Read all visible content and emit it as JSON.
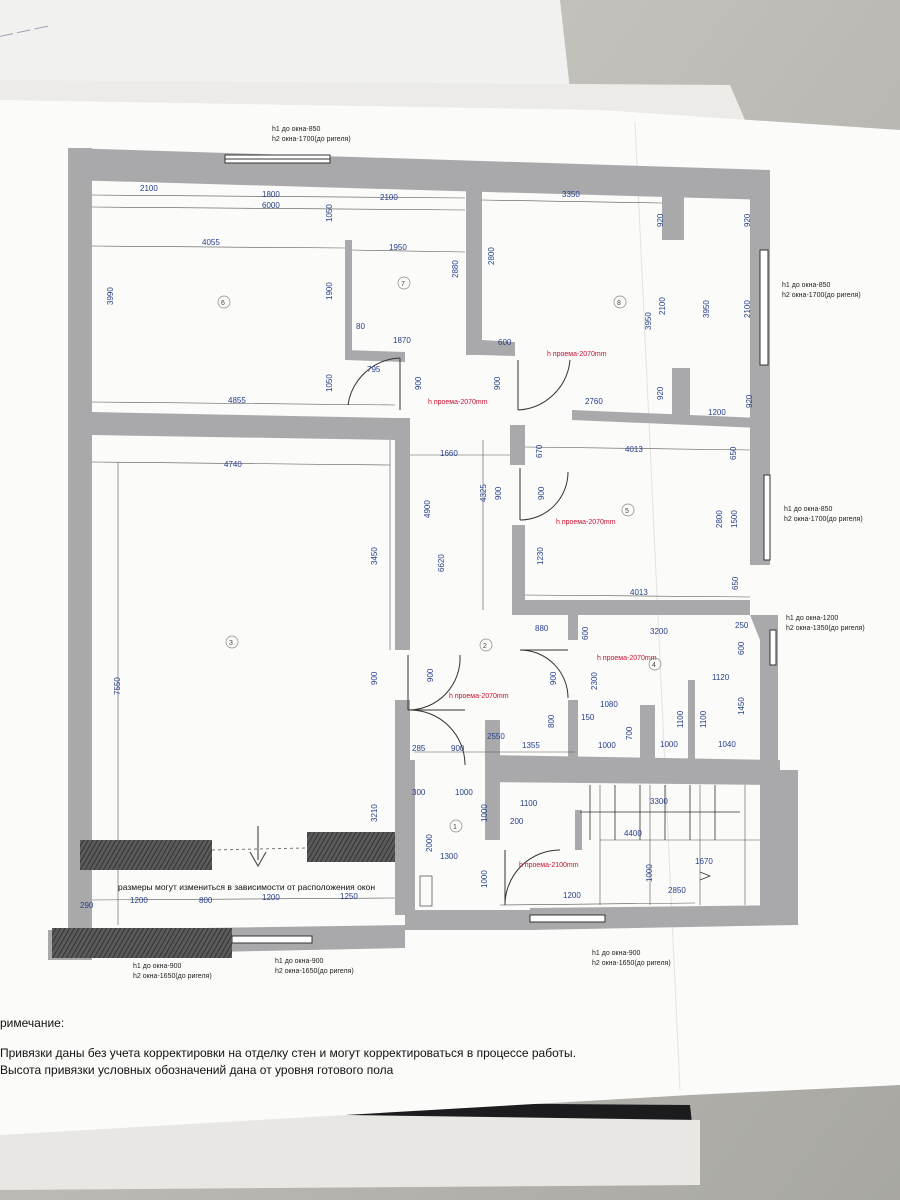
{
  "colors": {
    "wall": "#a9a9ab",
    "paper": "#fbfbfa",
    "dim": "#27408b",
    "red": "#c8102e"
  },
  "top_window": {
    "h1": "h1 до окна-850",
    "h2": "h2  окна-1700(до ригеля)"
  },
  "right_window_1": {
    "h1": "h1 до окна-850",
    "h2": "h2  окна-1700(до ригеля)"
  },
  "right_window_2": {
    "h1": "h1 до окна-850",
    "h2": "h2  окна-1700(до ригеля)"
  },
  "right_window_3": {
    "h1": "h1 до окна-1200",
    "h2": "h2  окна-1350(до ригеля)"
  },
  "bottom_window_1": {
    "h1": "h1 до окна-900",
    "h2": "h2  окна-1650(до ригеля)"
  },
  "bottom_window_2": {
    "h1": "h1 до окна-900",
    "h2": "h2  окна-1650(до ригеля)"
  },
  "bottom_window_3": {
    "h1": "h1 до окна-900",
    "h2": "h2  окна-1650(до ригеля)"
  },
  "rooms": {
    "r1": "1",
    "r2": "2",
    "r3": "3",
    "r4": "4",
    "r5": "5",
    "r6": "6",
    "r7": "7",
    "r8": "8"
  },
  "door_labels": {
    "d1": "h проема-2070mm",
    "d2": "h проема-2070mm",
    "d3": "h проема-2070mm",
    "d4": "h проема-2070mm",
    "d5": "h проема-2070mm",
    "d6": "h проема-2100mm"
  },
  "dims": {
    "a2100": "2100",
    "a1800": "1800",
    "a6000": "6000",
    "a2100b": "2100",
    "a3350": "3350",
    "a4055": "4055",
    "a1950": "1950",
    "a3990": "3990",
    "a1900": "1900",
    "a1050": "1050",
    "a2880": "2880",
    "a2800": "2800",
    "a3950": "3950",
    "a2100c": "2100",
    "a3950b": "3950",
    "a2100d": "2100",
    "a920a": "920",
    "a920b": "920",
    "a920c": "920",
    "a920d": "920",
    "a80": "80",
    "a1870": "1870",
    "a600": "600",
    "a795": "795",
    "a900a": "900",
    "a900b": "900",
    "a1050b": "1050",
    "a4855": "4855",
    "a2760": "2760",
    "a1200a": "1200",
    "a4740": "4740",
    "a1660": "1660",
    "a4013a": "4013",
    "a670": "670",
    "a650a": "650",
    "a4325": "4325",
    "a4900": "4900",
    "a900c": "900",
    "a900d": "900",
    "a2800b": "2800",
    "a1500": "1500",
    "a3450": "3450",
    "a6620": "6620",
    "a1230": "1230",
    "a4013b": "4013",
    "a650b": "650",
    "a880": "880",
    "a600b": "600",
    "a3200": "3200",
    "a250": "250",
    "a600c": "600",
    "a7550": "7550",
    "a900e": "900",
    "a900f": "900",
    "a900g": "900",
    "a2300": "2300",
    "a1120": "1120",
    "a1080": "1080",
    "a150": "150",
    "a1450": "1450",
    "a800": "800",
    "a700": "700",
    "a1100a": "1100",
    "a1100b": "1100",
    "a285": "285",
    "a900h": "900",
    "a2550": "2550",
    "a1355": "1355",
    "a1000a": "1000",
    "a1000b": "1000",
    "a1040": "1040",
    "a300": "300",
    "a1000c": "1000",
    "a1100c": "1100",
    "a3300": "3300",
    "a3210": "3210",
    "a1000d": "1000",
    "a200": "200",
    "a4400": "4400",
    "a2000": "2000",
    "a1300": "1300",
    "a1670": "1670",
    "a1000e": "1000",
    "a1000f": "1000",
    "a2850": "2850",
    "a1200b": "1200",
    "b290": "290",
    "b1200a": "1200",
    "b800": "800",
    "b1200b": "1200",
    "b1250": "1250"
  },
  "window_remark": "размеры могут измениться в зависимости от расположения окон",
  "notes": {
    "title": "римечание:",
    "line1": "Привязки даны без учета корректировки на отделку стен и могут корректироваться  в процессе работы.",
    "line2": "Высота привязки условных обозначений дана от уровня готового пола"
  },
  "top_sheet_text": {
    "t1": "...",
    "t2": "..."
  }
}
